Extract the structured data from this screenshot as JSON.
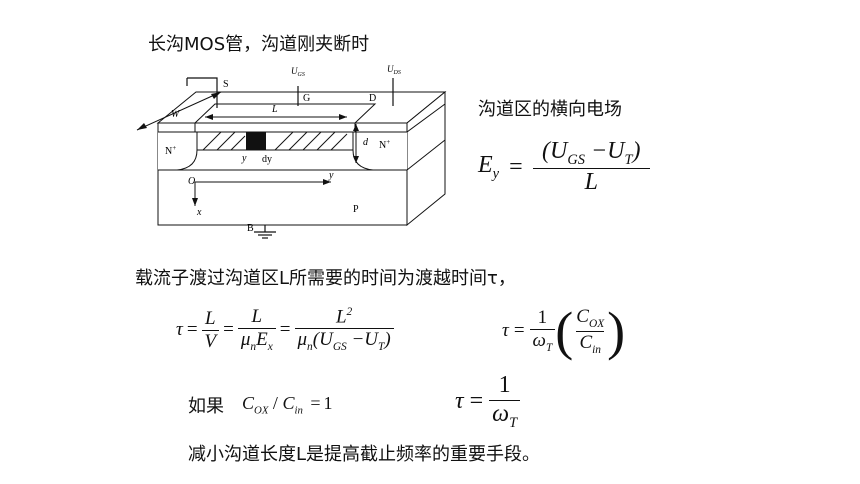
{
  "headings": {
    "device_caption": "长沟MOS管，沟道刚夹断时",
    "field_caption": "沟道区的横向电场",
    "transit_caption": "载流子渡过沟道区L所需要的时间为渡越时间τ，",
    "condition_prefix": "如果",
    "conclusion": "减小沟道长度L是提高截止频率的重要手段。"
  },
  "diagram": {
    "labels": {
      "source": "S",
      "gate": "G",
      "drain": "D",
      "body": "B",
      "ugs": "U",
      "ugs_sub": "GS",
      "uds": "U",
      "uds_sub": "DS",
      "width": "W",
      "length": "L",
      "n_left": "N",
      "n_right": "N",
      "n_sup": "+",
      "substrate": "P",
      "origin": "O",
      "x_axis": "x",
      "y_axis": "y",
      "y_pos": "y",
      "dy": "dy",
      "depth": "d"
    }
  },
  "equations": {
    "ey": {
      "lhs": "E",
      "lhs_sub": "y",
      "eq": "=",
      "num_open": "(U",
      "num_sub1": "GS",
      "num_mid": " −U",
      "num_sub2": "T",
      "num_close": ")",
      "den": "L"
    },
    "tau1": {
      "tau": "τ",
      "eq": "=",
      "f1_num": "L",
      "f1_den": "V",
      "f2_num": "L",
      "f2_den_mu": "μ",
      "f2_den_mu_sub": "n",
      "f2_den_e": "E",
      "f2_den_e_sub": "x",
      "f3_num": "L",
      "f3_num_sup": "2",
      "f3_den_mu": "μ",
      "f3_den_mu_sub": "n",
      "f3_den_paren": "(U",
      "f3_den_sub1": "GS",
      "f3_den_mid": " −U",
      "f3_den_sub2": "T",
      "f3_den_close": ")"
    },
    "tau2": {
      "tau": "τ",
      "eq": "=",
      "num": "1",
      "den_omega": "ω",
      "den_sub": "T",
      "c_num": "C",
      "c_num_sub": "OX",
      "c_den": "C",
      "c_den_sub": "in"
    },
    "cond": {
      "c1": "C",
      "c1_sub": "OX",
      "slash": "/",
      "c2": "C",
      "c2_sub": "in",
      "eq": "=",
      "val": "1"
    },
    "tau3": {
      "tau": "τ",
      "eq": "=",
      "num": "1",
      "den_omega": "ω",
      "den_sub": "T"
    }
  }
}
